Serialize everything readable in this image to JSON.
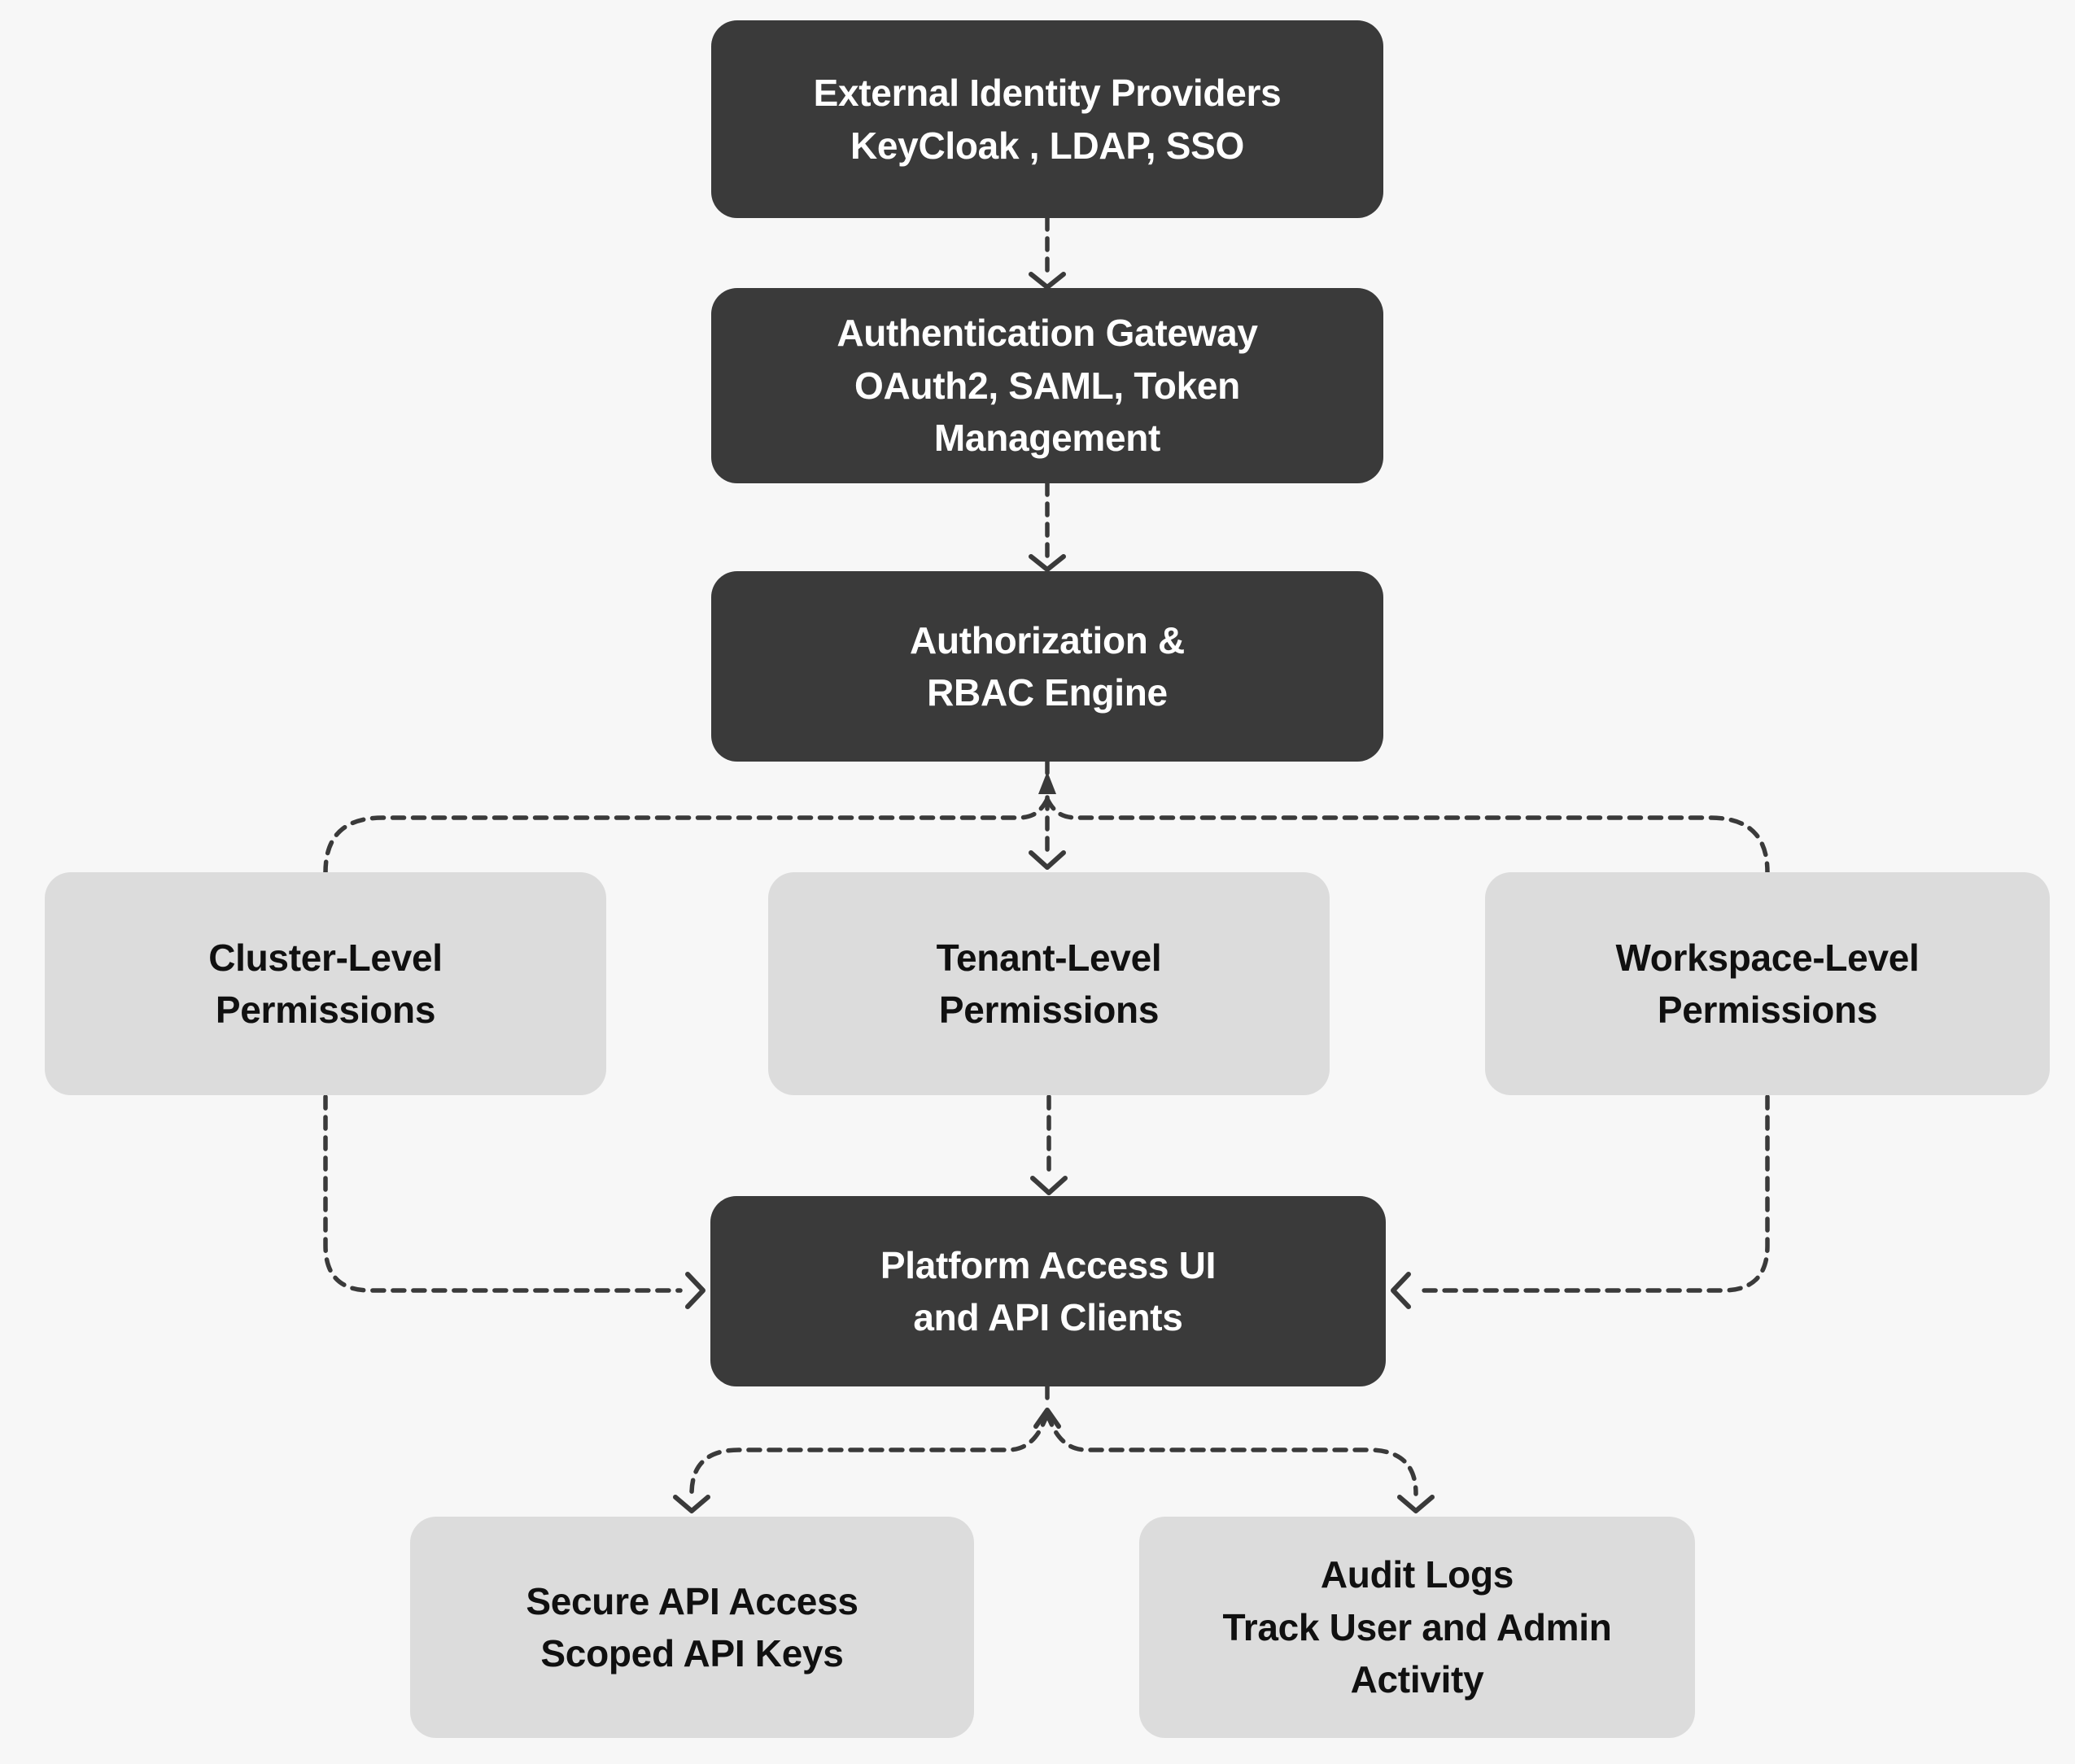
{
  "theme": {
    "background": "#f7f7f7",
    "node_dark_fill": "#3a3a3a",
    "node_dark_text": "#ffffff",
    "node_light_fill": "#dcdcdc",
    "node_light_text": "#101010",
    "connector_color": "#3a3a3a"
  },
  "diagram": {
    "nodes": {
      "external_identity_providers": {
        "label": "External Identity Providers\nKeyCloak , LDAP, SSO"
      },
      "authentication_gateway": {
        "label": "Authentication Gateway\nOAuth2, SAML, Token\nManagement"
      },
      "rbac_engine": {
        "label": "Authorization &\nRBAC Engine"
      },
      "cluster_permissions": {
        "label": "Cluster-Level\nPermissions"
      },
      "tenant_permissions": {
        "label": "Tenant-Level\nPermissions"
      },
      "workspace_permissions": {
        "label": "Workspace-Level\nPermissions"
      },
      "platform_access": {
        "label": "Platform Access UI\nand API Clients"
      },
      "secure_api_access": {
        "label": "Secure API Access\nScoped API Keys"
      },
      "audit_logs": {
        "label": "Audit Logs\nTrack User and Admin\nActivity"
      }
    }
  }
}
